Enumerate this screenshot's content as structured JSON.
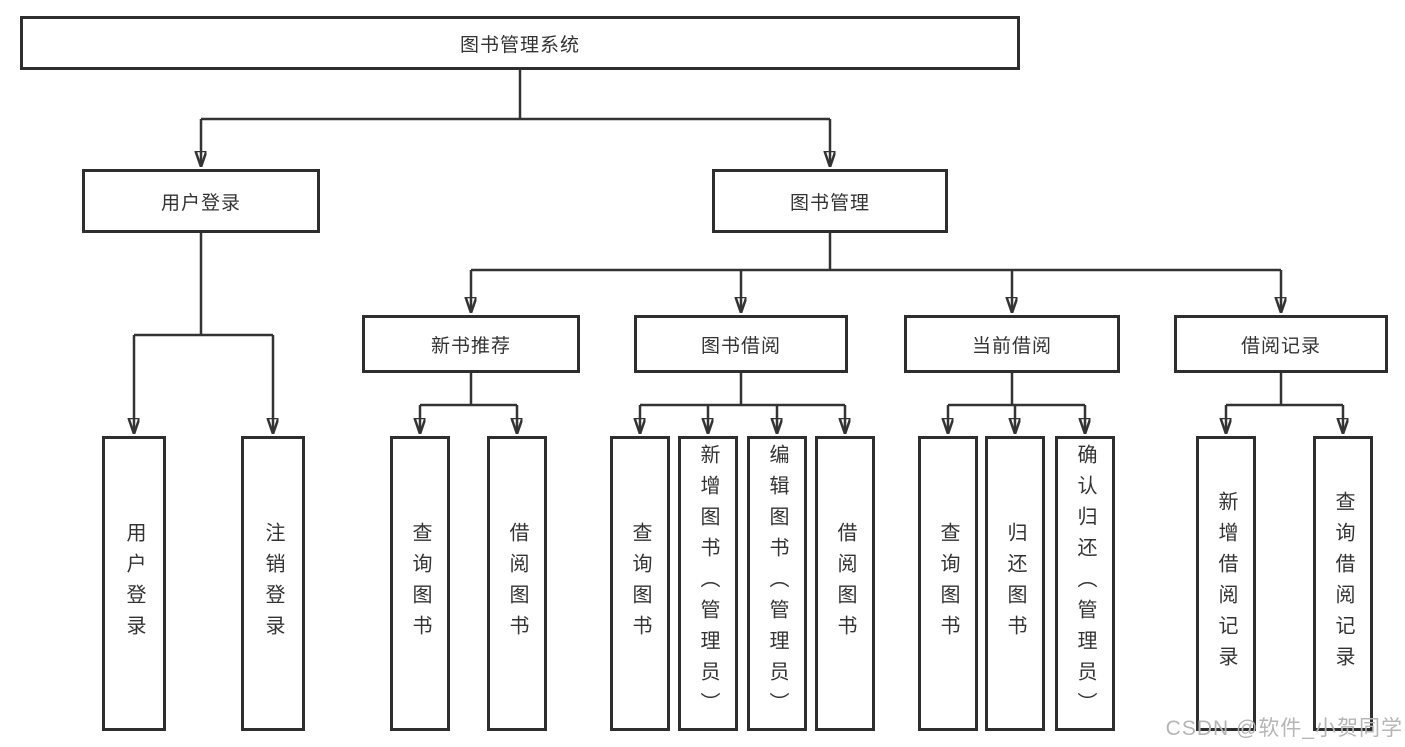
{
  "nodes": {
    "root": "图书管理系统",
    "user_login": "用户登录",
    "book_mgmt": "图书管理",
    "new_books": "新书推荐",
    "book_borrow": "图书借阅",
    "current_borrow": "当前借阅",
    "borrow_records": "借阅记录",
    "leaf_user_login": "用户登录",
    "leaf_logout": "注销登录",
    "leaf_nb_query": "查询图书",
    "leaf_nb_borrow": "借阅图书",
    "leaf_bb_query": "查询图书",
    "leaf_bb_add": "新增图书（管理员）",
    "leaf_bb_edit": "编辑图书（管理员）",
    "leaf_bb_borrow": "借阅图书",
    "leaf_cb_query": "查询图书",
    "leaf_cb_return": "归还图书",
    "leaf_cb_confirm": "确认归还（管理员）",
    "leaf_br_add": "新增借阅记录",
    "leaf_br_query": "查询借阅记录"
  },
  "watermark": "CSDN @软件_小贺同学",
  "colors": {
    "box_border": "#2e2e2e",
    "line": "#333333",
    "text": "#333333",
    "watermark": "#b5b5b5",
    "background": "#ffffff"
  }
}
